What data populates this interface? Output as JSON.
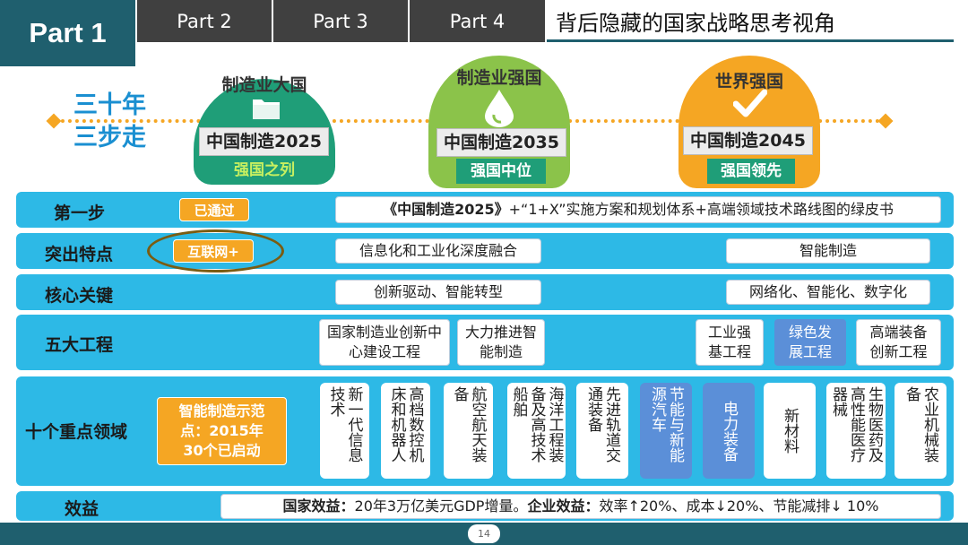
{
  "header": {
    "tabs": [
      {
        "label": "Part 1",
        "active": true
      },
      {
        "label": "Part 2",
        "active": false
      },
      {
        "label": "Part 3",
        "active": false
      },
      {
        "label": "Part 4",
        "active": false
      }
    ],
    "title": "背后隐藏的国家战略思考视角"
  },
  "timeline": {
    "slogan_line1": "三十年",
    "slogan_line2": "三步走",
    "stages": [
      {
        "title": "制造业大国",
        "plan": "中国制造2025",
        "goal": "强国之列",
        "icon": "folder-icon",
        "color": "#1f9e78"
      },
      {
        "title": "制造业强国",
        "plan": "中国制造2035",
        "goal": "强国中位",
        "icon": "drop-icon",
        "color": "#8bc34a"
      },
      {
        "title": "世界强国",
        "plan": "中国制造2045",
        "goal": "强国领先",
        "icon": "check-icon",
        "color": "#f5a623"
      }
    ]
  },
  "rows": {
    "step1": {
      "label": "第一步",
      "badge": "已通过",
      "content_bold": "《中国制造2025》",
      "content_rest": "+“1+X”实施方案和规划体系+高端领域技术路线图的绿皮书"
    },
    "features": {
      "label": "突出特点",
      "badge": "互联网+",
      "item1": "信息化和工业化深度融合",
      "item2": "智能制造"
    },
    "key": {
      "label": "核心关键",
      "item1": "创新驱动、智能转型",
      "item2": "网络化、智能化、数字化"
    },
    "projects": {
      "label": "五大工程",
      "items": [
        "国家制造业创新中心建设工程",
        "大力推进智能制造",
        "工业强基工程",
        "绿色发展工程",
        "高端装备创新工程"
      ]
    },
    "fields": {
      "label": "十个重点领域",
      "badge": "智能制造示范点：2015年30个已启动",
      "items": [
        "新一代信息技术",
        "高档数控机床和机器人",
        "航空航天装备",
        "海洋工程装备及高技术船舶",
        "先进轨道交通装备",
        "节能与新能源汽车",
        "电力装备",
        "新材料",
        "生物医药及高性能医疗器械",
        "农业机械装备"
      ]
    },
    "benefit": {
      "label": "效益",
      "national_label": "国家效益：",
      "national_text": "20年3万亿美元GDP增量。",
      "enterprise_label": "企业效益：",
      "enterprise_text": "效率↑20%、成本↓20%、节能减排↓ 10%"
    }
  },
  "footer": {
    "page_number": "14"
  },
  "colors": {
    "accent": "#1f5f6e",
    "row": "#2db9e6",
    "orange": "#f5a623",
    "blue_box": "#5b8fd8"
  }
}
